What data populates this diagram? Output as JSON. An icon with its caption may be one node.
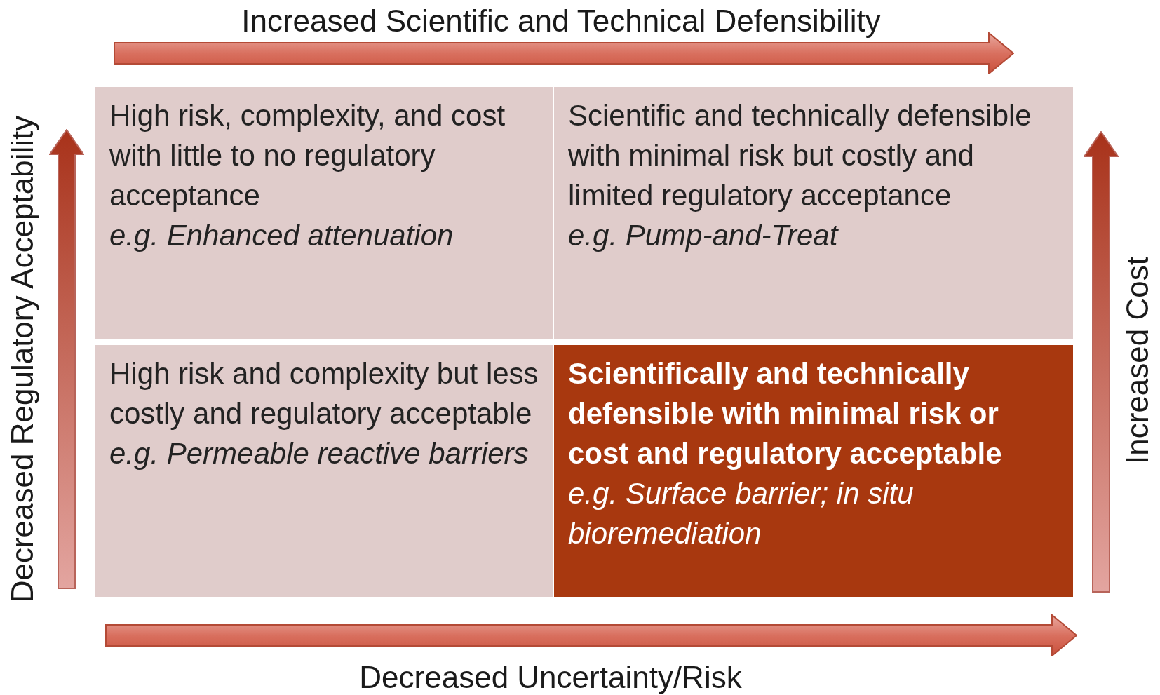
{
  "diagram": {
    "nodes": [
      {
        "text": [
          "High risk, complexity, and cost with little to no regulatory acceptance",
          "e.g. Enhanced attenuation"
        ]
      },
      {
        "text": [
          "Scientific and technically defensible with minimal risk but costly and limited regulatory acceptance",
          "e.g. Pump-and-Treat"
        ]
      },
      {
        "text": [
          "High risk and complexity but less costly and regulatory acceptable",
          "e.g. Permeable reactive barriers"
        ]
      },
      {
        "text": [
          "**Scientifically and technically defensible with minimal risk or cost and regulatory acceptable** *e.g. Surface barrier; in situ bioremediation*"
        ]
      }
    ],
    "labels": [
      "Increased Scientific and Technical Defensibility",
      "Decreased Regulatory Acceptability",
      "Increased Cost",
      "Decreased Uncertainty/Risk"
    ]
  }
}
